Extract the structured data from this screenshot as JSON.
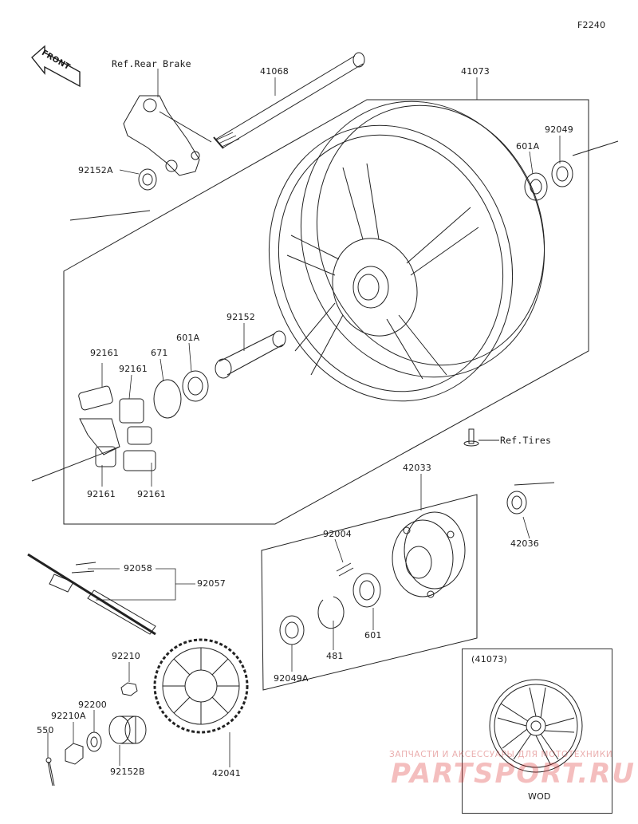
{
  "diagram_code": "F2240",
  "front_label": "FRONT",
  "inset": {
    "title": "(41073)",
    "caption": "WOD"
  },
  "refs": {
    "rear_brake": "Ref.Rear Brake",
    "tires": "Ref.Tires"
  },
  "parts": {
    "p41068": "41068",
    "p41073": "41073",
    "p92049": "92049",
    "p601A_top": "601A",
    "p92152A": "92152A",
    "p92152": "92152",
    "p601A_mid": "601A",
    "p671": "671",
    "p92161_a": "92161",
    "p92161_b": "92161",
    "p92161_c": "92161",
    "p92161_d": "92161",
    "p42033": "42033",
    "p42036": "42036",
    "p92004": "92004",
    "p92058": "92058",
    "p92057": "92057",
    "p601": "601",
    "p481": "481",
    "p92049A": "92049A",
    "p92210": "92210",
    "p92200": "92200",
    "p92210A": "92210A",
    "p550": "550",
    "p92152B": "92152B",
    "p42041": "42041"
  },
  "watermark": {
    "top": "ЗАПЧАСТИ И АКСЕССУАРЫ ДЛЯ МОТОТЕХНИКИ",
    "main": "PARTSPORT.RU"
  }
}
